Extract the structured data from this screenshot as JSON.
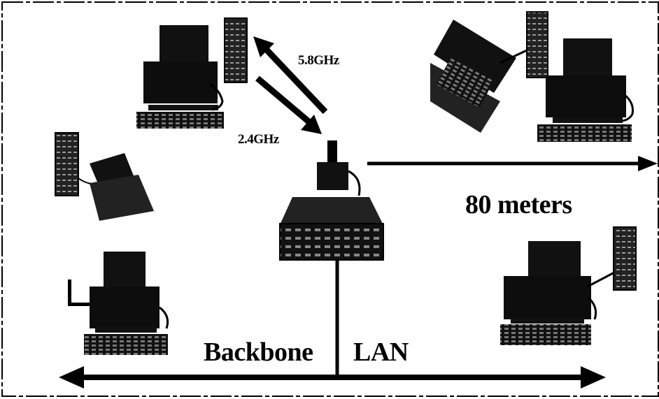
{
  "diagram": {
    "labels": {
      "freq_up": "5.8GHz",
      "freq_down": "2.4GHz",
      "range": "80 meters",
      "backbone": "Backbone",
      "lan": "LAN"
    },
    "colors": {
      "ink": "#000000",
      "background": "#ffffff"
    },
    "icons": [
      "desktop-computer-icon",
      "tower-computer-icon",
      "laptop-icon",
      "access-point-icon",
      "network-switch-icon",
      "antenna-icon"
    ]
  }
}
